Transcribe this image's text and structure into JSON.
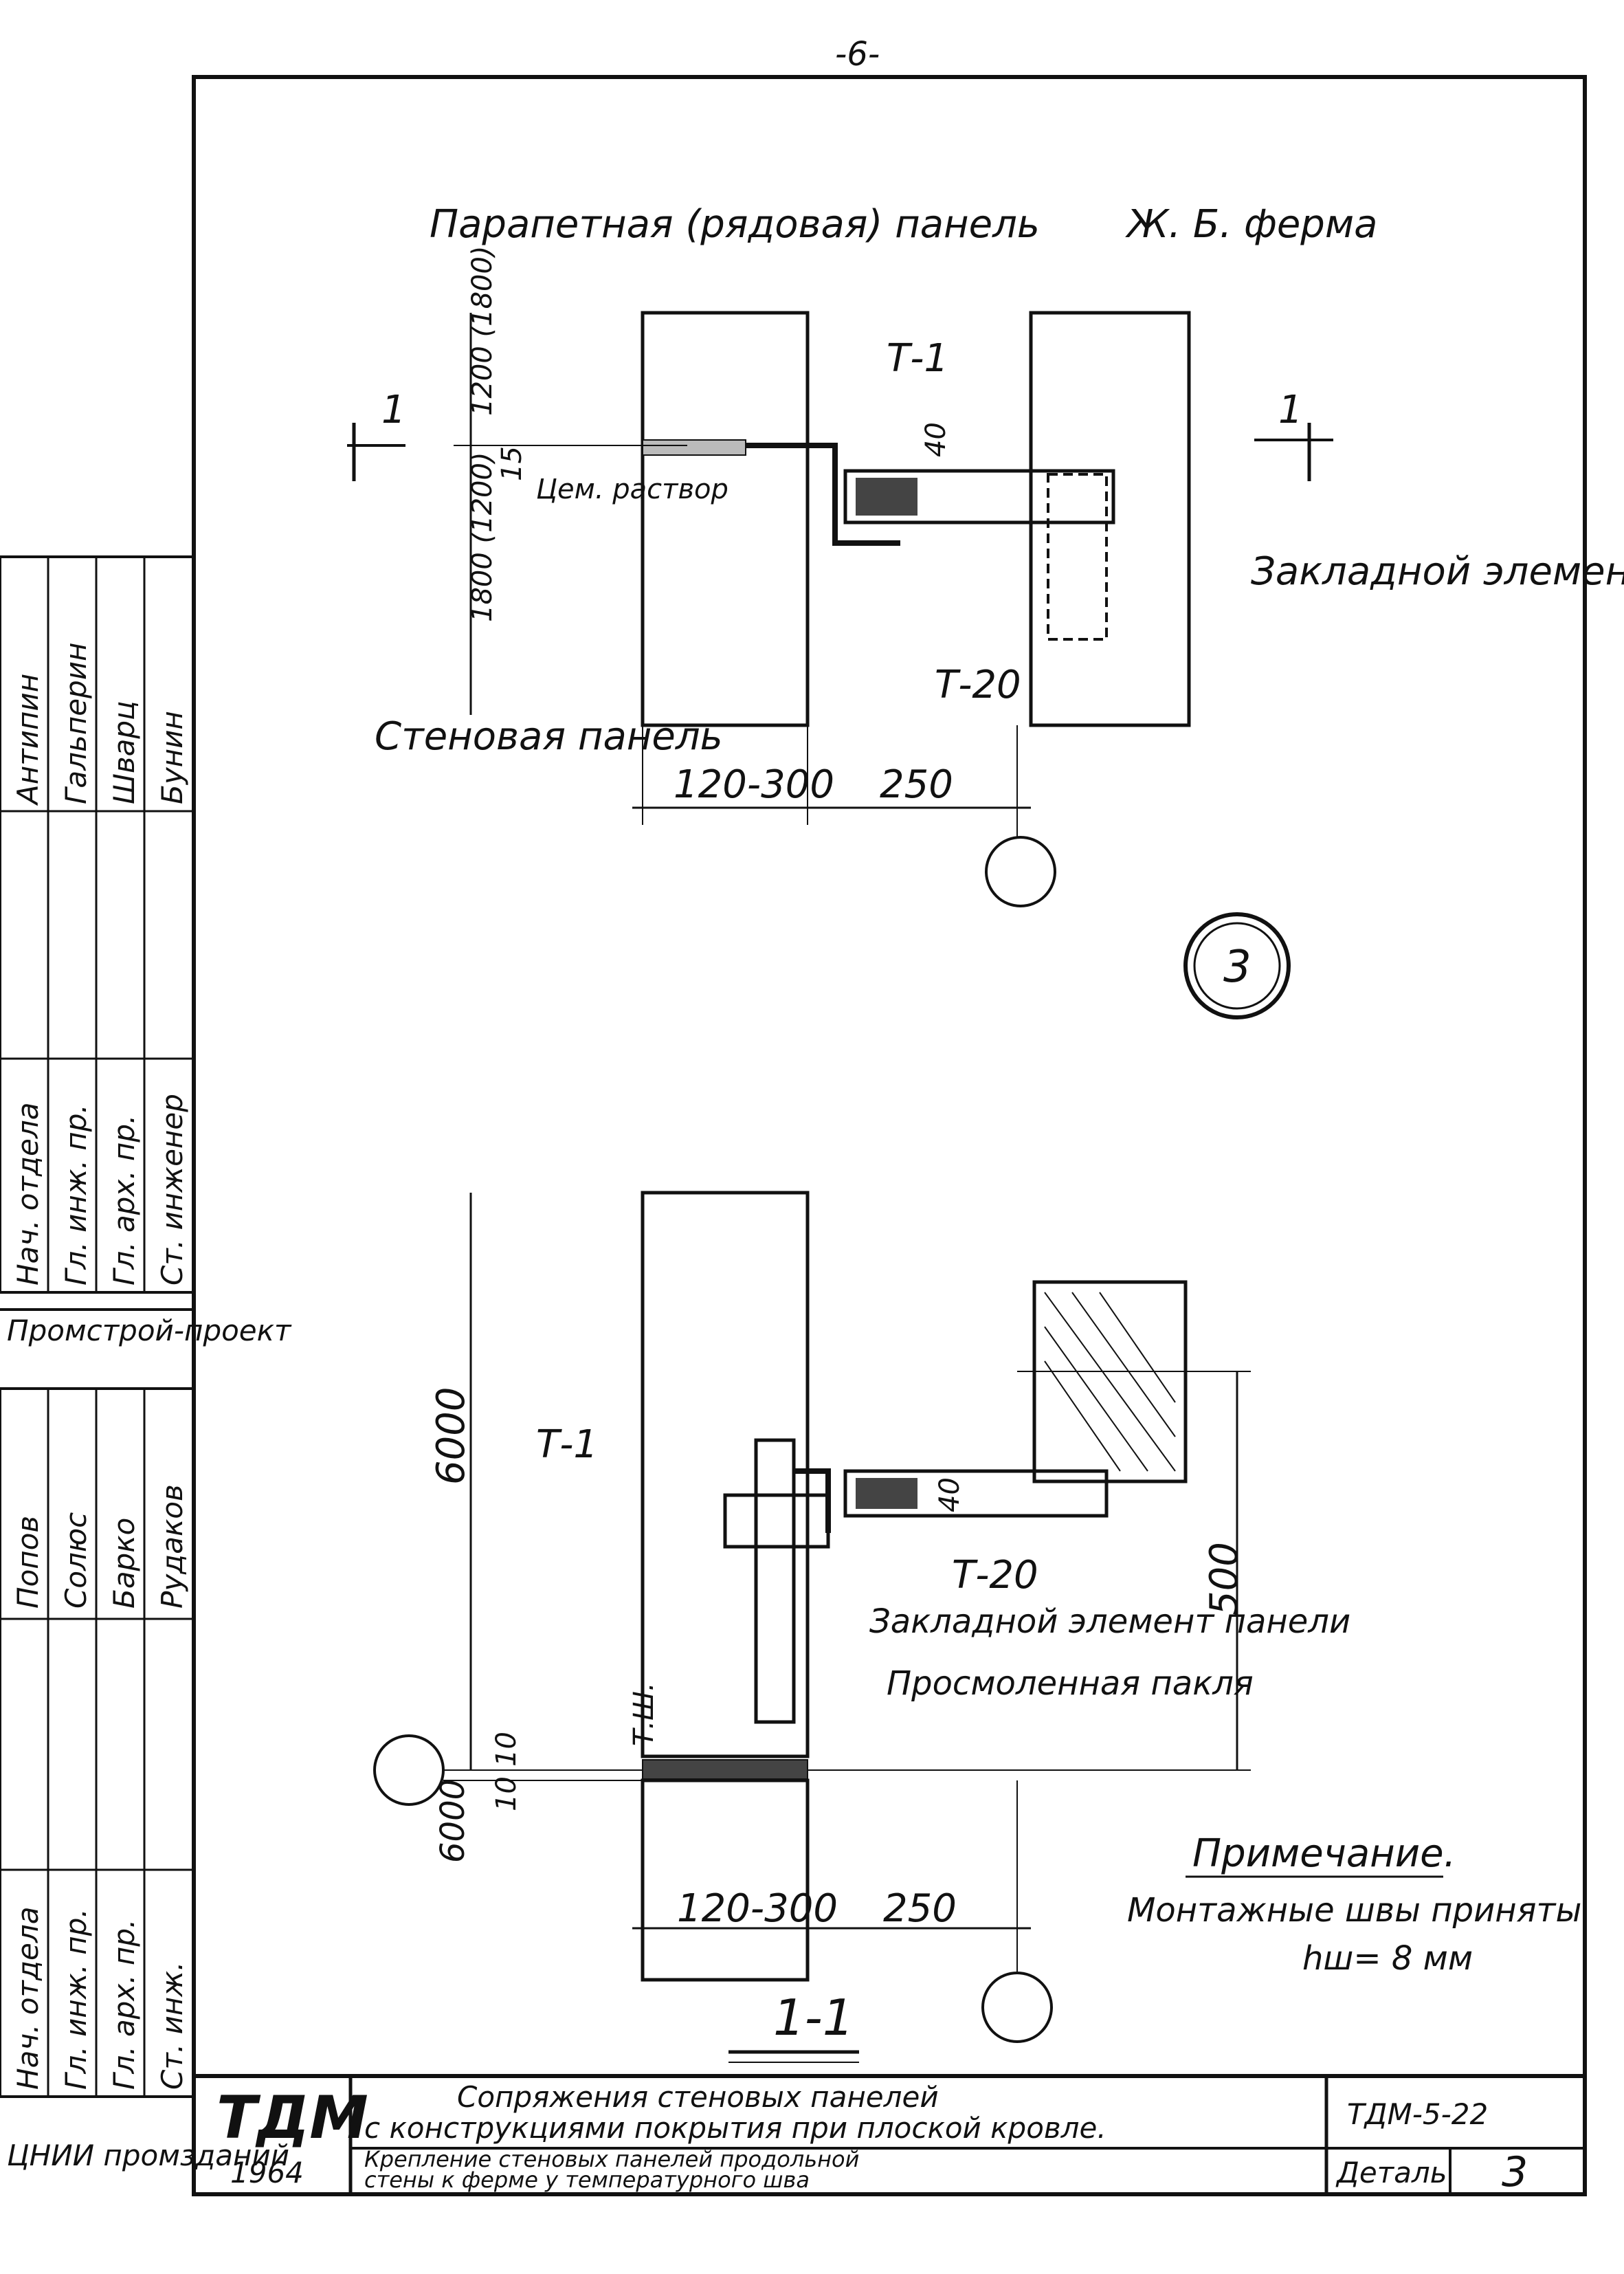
{
  "page_number": "-6-",
  "detail_upper": {
    "parapet_panel": "Парапетная  (рядовая) панель",
    "truss": "Ж. Б. ферма",
    "dim_1200_1800": "1200 (1800)",
    "dim_1800_1200": "1800 (1200)",
    "dim_15": "15",
    "dim_40": "40",
    "cement_mortar": "Цем. раствор",
    "t1": "Т-1",
    "t20": "Т-20",
    "embedded_truss": "Закладной элемент фермы",
    "wall_panel": "Стеновая панель",
    "dim_120_300": "120-300",
    "dim_250": "250",
    "section_mark": "1",
    "detail_number": "3"
  },
  "detail_lower": {
    "t1": "Т-1",
    "t20": "Т-20",
    "dim_40": "40",
    "dim_6000_top": "6000",
    "dim_500": "500",
    "embedded_panel": "Закладной элемент панели",
    "tarred_tow": "Просмоленная пакля",
    "tsh": "Т.Ш.",
    "dim_10a": "10",
    "dim_10b": "10",
    "dim_6000_bottom": "6000",
    "dim_120_300": "120-300",
    "dim_250": "250",
    "section_title": "1-1"
  },
  "note": {
    "title": "Примечание.",
    "text": "Монтажные швы приняты",
    "weld": "hш= 8 мм"
  },
  "title_block": {
    "logo": "ТДМ",
    "year": "1964",
    "title_line1": "Сопряжения стеновых панелей",
    "title_line2": "с конструкциями покрытия при плоской кровле.",
    "subtitle_line1": "Крепление стеновых панелей продольной",
    "subtitle_line2": "стены к ферме у температурного шва",
    "code": "ТДМ-5-22",
    "detail_label": "Деталь",
    "detail_number": "3"
  },
  "side_stamp": {
    "top_roles": [
      "Нач. отдела",
      "Гл. инж. пр.",
      "Гл. арх. пр.",
      "Ст. инженер"
    ],
    "top_names": [
      "Антипин",
      "Гальперин",
      "Шварц",
      "Бунин"
    ],
    "top_org": "Промстрой-проект",
    "bottom_roles": [
      "Нач. отдела",
      "Гл. инж. пр.",
      "Гл. арх. пр.",
      "Ст. инж."
    ],
    "bottom_names": [
      "Попов",
      "Солюс",
      "Барко",
      "Рудаков"
    ],
    "bottom_org": "ЦНИИ промзданий"
  }
}
